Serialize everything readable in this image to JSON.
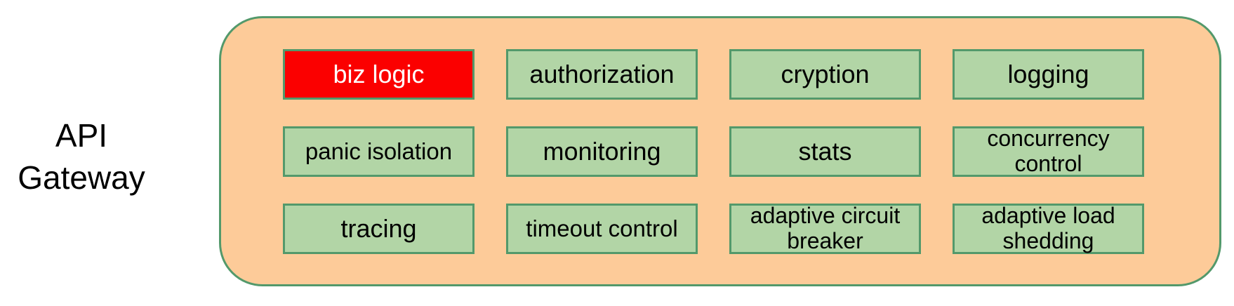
{
  "diagram": {
    "title": "API Gateway",
    "colors": {
      "container-fill": "#FDCB99",
      "container-border": "#53996B",
      "box-fill": "#B2D5A6",
      "box-border": "#53996B",
      "highlight-fill": "#FB0000",
      "highlight-text": "#FFFFFF",
      "text-color": "#000000"
    },
    "boxes": [
      {
        "label": "biz logic",
        "highlighted": true
      },
      {
        "label": "authorization",
        "highlighted": false
      },
      {
        "label": "cryption",
        "highlighted": false
      },
      {
        "label": "logging",
        "highlighted": false
      },
      {
        "label": "panic isolation",
        "highlighted": false
      },
      {
        "label": "monitoring",
        "highlighted": false
      },
      {
        "label": "stats",
        "highlighted": false
      },
      {
        "label": "concurrency control",
        "highlighted": false
      },
      {
        "label": "tracing",
        "highlighted": false
      },
      {
        "label": "timeout control",
        "highlighted": false
      },
      {
        "label": "adaptive circuit breaker",
        "highlighted": false
      },
      {
        "label": "adaptive load shedding",
        "highlighted": false
      }
    ]
  }
}
